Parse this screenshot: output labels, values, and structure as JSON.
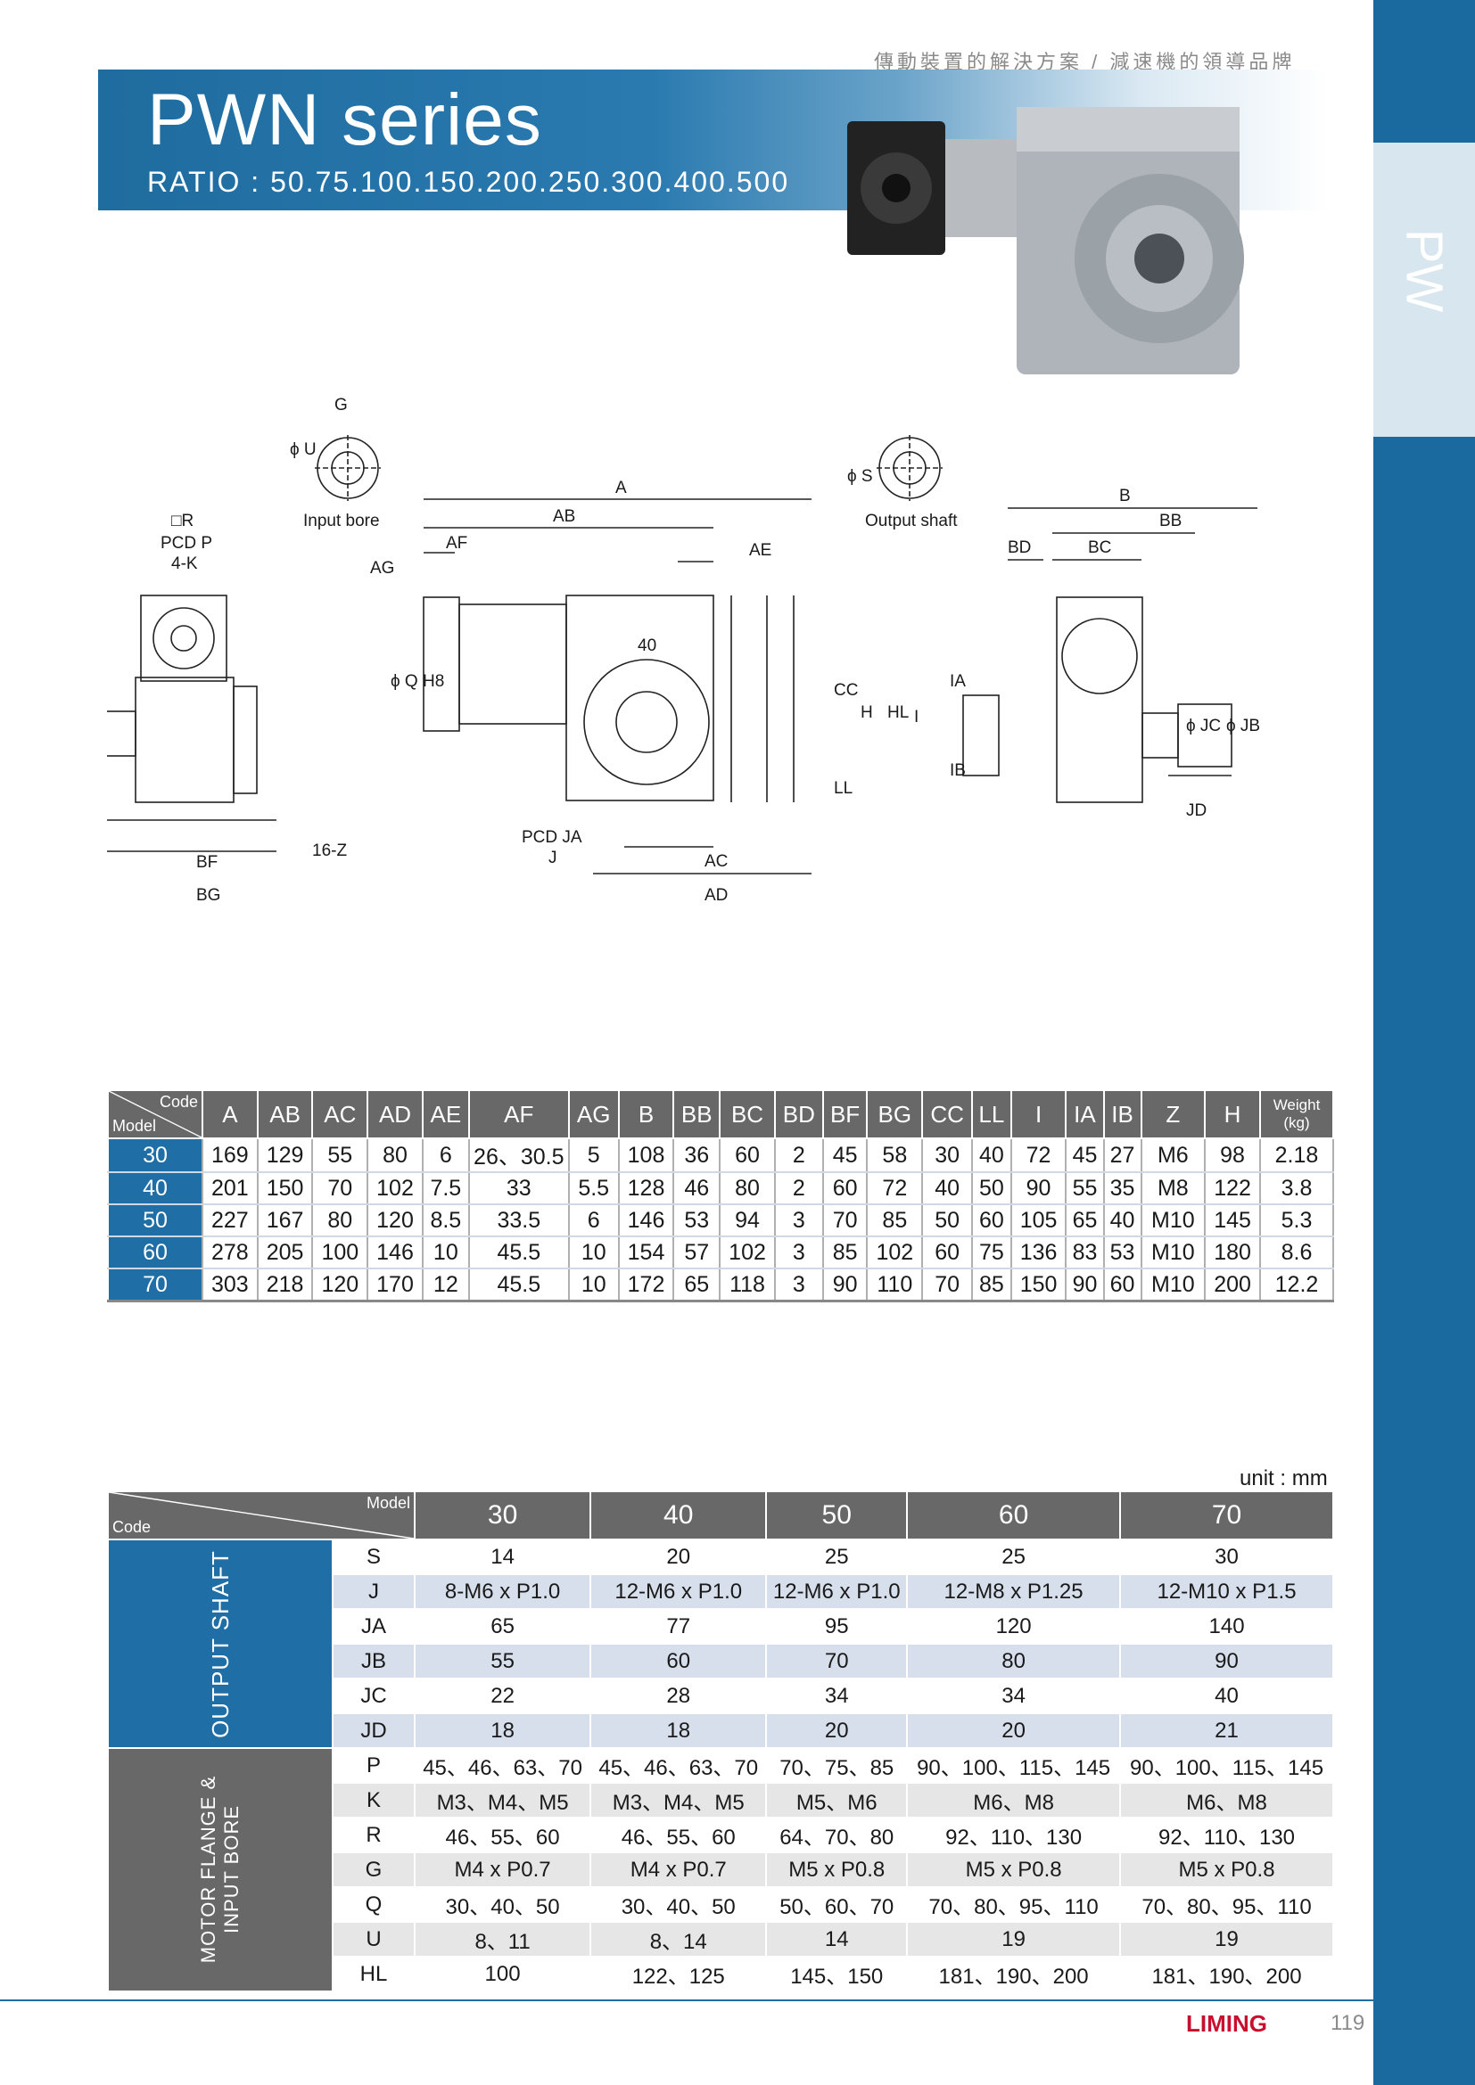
{
  "header": {
    "tagline": "傳動裝置的解決方案 / 減速機的領導品牌",
    "title": "PWN series",
    "ratio": "RATIO : 50.75.100.150.200.250.300.400.500",
    "side_tab": "PW"
  },
  "drawing_labels": {
    "G": "G",
    "U": "ϕ U",
    "input_bore": "Input bore",
    "R": "□R",
    "PCD_P": "PCD P",
    "K4": "4-K",
    "AG": "AG",
    "AF": "AF",
    "AB": "AB",
    "A": "A",
    "AE": "AE",
    "Q": "ϕ Q H8",
    "S": "ϕ S",
    "output_shaft": "Output shaft",
    "B": "B",
    "BB": "BB",
    "BD": "BD",
    "BC": "BC",
    "CC": "CC",
    "H": "H",
    "HL": "HL",
    "I": "I",
    "LL": "LL",
    "IA": "IA",
    "IB": "IB",
    "JC": "ϕ JC",
    "JB": "ϕ JB",
    "JD": "JD",
    "BF": "BF",
    "BG": "BG",
    "Z16": "16-Z",
    "PCD_JA": "PCD JA",
    "J": "J",
    "AC": "AC",
    "AD": "AD",
    "num40": "40"
  },
  "dim_table": {
    "corner_top": "Code",
    "corner_bottom": "Model",
    "columns": [
      "A",
      "AB",
      "AC",
      "AD",
      "AE",
      "AF",
      "AG",
      "B",
      "BB",
      "BC",
      "BD",
      "BF",
      "BG",
      "CC",
      "LL",
      "I",
      "IA",
      "IB",
      "Z",
      "H"
    ],
    "weight_label": "Weight (kg)",
    "rows": [
      {
        "model": "30",
        "values": [
          "169",
          "129",
          "55",
          "80",
          "6",
          "26、30.5",
          "5",
          "108",
          "36",
          "60",
          "2",
          "45",
          "58",
          "30",
          "40",
          "72",
          "45",
          "27",
          "M6",
          "98",
          "2.18"
        ]
      },
      {
        "model": "40",
        "values": [
          "201",
          "150",
          "70",
          "102",
          "7.5",
          "33",
          "5.5",
          "128",
          "46",
          "80",
          "2",
          "60",
          "72",
          "40",
          "50",
          "90",
          "55",
          "35",
          "M8",
          "122",
          "3.8"
        ]
      },
      {
        "model": "50",
        "values": [
          "227",
          "167",
          "80",
          "120",
          "8.5",
          "33.5",
          "6",
          "146",
          "53",
          "94",
          "3",
          "70",
          "85",
          "50",
          "60",
          "105",
          "65",
          "40",
          "M10",
          "145",
          "5.3"
        ]
      },
      {
        "model": "60",
        "values": [
          "278",
          "205",
          "100",
          "146",
          "10",
          "45.5",
          "10",
          "154",
          "57",
          "102",
          "3",
          "85",
          "102",
          "60",
          "75",
          "136",
          "83",
          "53",
          "M10",
          "180",
          "8.6"
        ]
      },
      {
        "model": "70",
        "values": [
          "303",
          "218",
          "120",
          "170",
          "12",
          "45.5",
          "10",
          "172",
          "65",
          "118",
          "3",
          "90",
          "110",
          "70",
          "85",
          "150",
          "90",
          "60",
          "M10",
          "200",
          "12.2"
        ]
      }
    ]
  },
  "spec_table": {
    "unit": "unit : mm",
    "corner_top": "Model",
    "corner_bottom": "Code",
    "models": [
      "30",
      "40",
      "50",
      "60",
      "70"
    ],
    "group_output": "OUTPUT SHAFT",
    "group_motor": "MOTOR FLANGE & INPUT BORE",
    "rows": [
      {
        "code": "S",
        "values": [
          "14",
          "20",
          "25",
          "25",
          "30"
        ]
      },
      {
        "code": "J",
        "values": [
          "8-M6 x P1.0",
          "12-M6 x P1.0",
          "12-M6 x P1.0",
          "12-M8 x P1.25",
          "12-M10 x P1.5"
        ]
      },
      {
        "code": "JA",
        "values": [
          "65",
          "77",
          "95",
          "120",
          "140"
        ]
      },
      {
        "code": "JB",
        "values": [
          "55",
          "60",
          "70",
          "80",
          "90"
        ]
      },
      {
        "code": "JC",
        "values": [
          "22",
          "28",
          "34",
          "34",
          "40"
        ]
      },
      {
        "code": "JD",
        "values": [
          "18",
          "18",
          "20",
          "20",
          "21"
        ]
      },
      {
        "code": "P",
        "values": [
          "45、46、63、70",
          "45、46、63、70",
          "70、75、85",
          "90、100、115、145",
          "90、100、115、145"
        ]
      },
      {
        "code": "K",
        "values": [
          "M3、M4、M5",
          "M3、M4、M5",
          "M5、M6",
          "M6、M8",
          "M6、M8"
        ]
      },
      {
        "code": "R",
        "values": [
          "46、55、60",
          "46、55、60",
          "64、70、80",
          "92、110、130",
          "92、110、130"
        ]
      },
      {
        "code": "G",
        "values": [
          "M4 x P0.7",
          "M4 x P0.7",
          "M5 x P0.8",
          "M5 x P0.8",
          "M5 x P0.8"
        ]
      },
      {
        "code": "Q",
        "values": [
          "30、40、50",
          "30、40、50",
          "50、60、70",
          "70、80、95、110",
          "70、80、95、110"
        ]
      },
      {
        "code": "U",
        "values": [
          "8、11",
          "8、14",
          "14",
          "19",
          "19"
        ]
      },
      {
        "code": "HL",
        "values": [
          "100",
          "122、125",
          "145、150",
          "181、190、200",
          "181、190、200"
        ]
      }
    ]
  },
  "footer": {
    "brand": "LIMING",
    "page": "119"
  }
}
